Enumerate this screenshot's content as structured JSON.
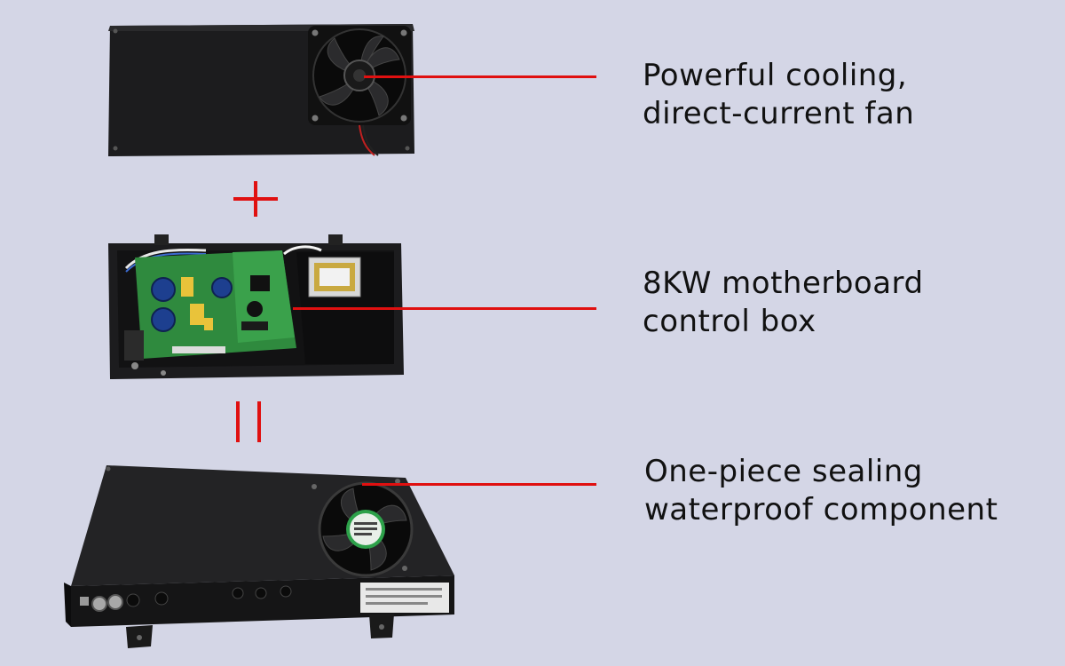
{
  "callouts": [
    {
      "lines": [
        "Powerful cooling,",
        "direct-current fan"
      ]
    },
    {
      "lines": [
        "8KW motherboard",
        "control box"
      ]
    },
    {
      "lines": [
        "One-piece sealing",
        "waterproof component"
      ]
    }
  ],
  "colors": {
    "background": "#d4d6e6",
    "accent_red": "#e01010",
    "metal_black": "#1c1c1e",
    "pcb_green": "#2f8a3e",
    "text": "#111111"
  },
  "icons": {
    "plus": "plus-icon",
    "equals": "equals-icon",
    "fan": "fan-icon"
  }
}
